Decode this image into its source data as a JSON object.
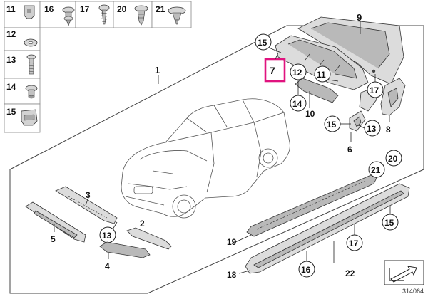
{
  "legend": {
    "cells": [
      "11",
      "16",
      "17",
      "20",
      "21",
      "12",
      "13",
      "14",
      "15"
    ]
  },
  "callouts": {
    "c1": "1",
    "c2": "2",
    "c3": "3",
    "c4": "4",
    "c5": "5",
    "c6": "6",
    "c7": "7",
    "c8": "8",
    "c9": "9",
    "c10": "10",
    "c11a": "11",
    "c12a": "12",
    "c13a": "13",
    "c13b": "13",
    "c14a": "14",
    "c15a": "15",
    "c15b": "15",
    "c15c": "15",
    "c16": "16",
    "c17a": "17",
    "c17b": "17",
    "c18": "18",
    "c19": "19",
    "c20": "20",
    "c21": "21",
    "c22": "22"
  },
  "diagram_id": "314064",
  "colors": {
    "highlight": "#e0137f",
    "line": "#222222",
    "part_fill": "#dcdcdc"
  }
}
